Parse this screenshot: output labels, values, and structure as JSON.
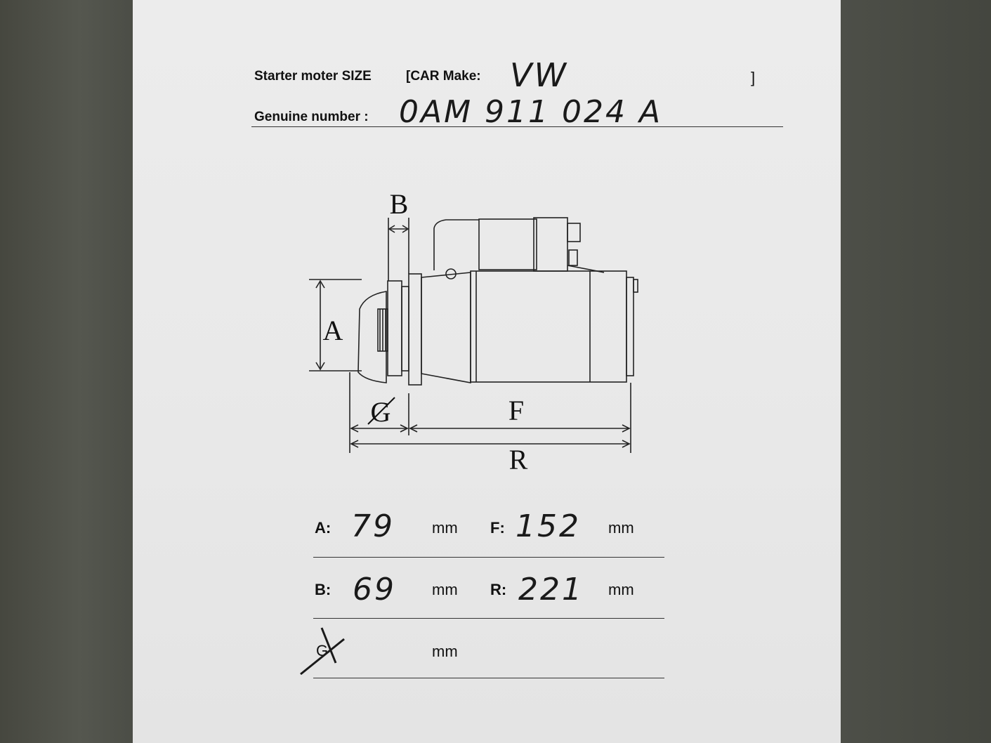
{
  "header": {
    "size_label": "Starter moter SIZE",
    "car_make_label": "[CAR Make:",
    "car_make_value": "VW",
    "bracket_close": "]",
    "genuine_label": "Genuine number :",
    "genuine_value": "0AM 911 024 A"
  },
  "diagram": {
    "labels": {
      "A": "A",
      "B": "B",
      "G": "G",
      "F": "F",
      "R": "R"
    }
  },
  "measurements": {
    "A": {
      "label": "A:",
      "value": "79",
      "unit": "mm"
    },
    "F": {
      "label": "F:",
      "value": "152",
      "unit": "mm"
    },
    "B": {
      "label": "B:",
      "value": "69",
      "unit": "mm"
    },
    "R": {
      "label": "R:",
      "value": "221",
      "unit": "mm"
    },
    "G": {
      "label": "G",
      "unit": "mm",
      "crossed_out": true
    }
  }
}
